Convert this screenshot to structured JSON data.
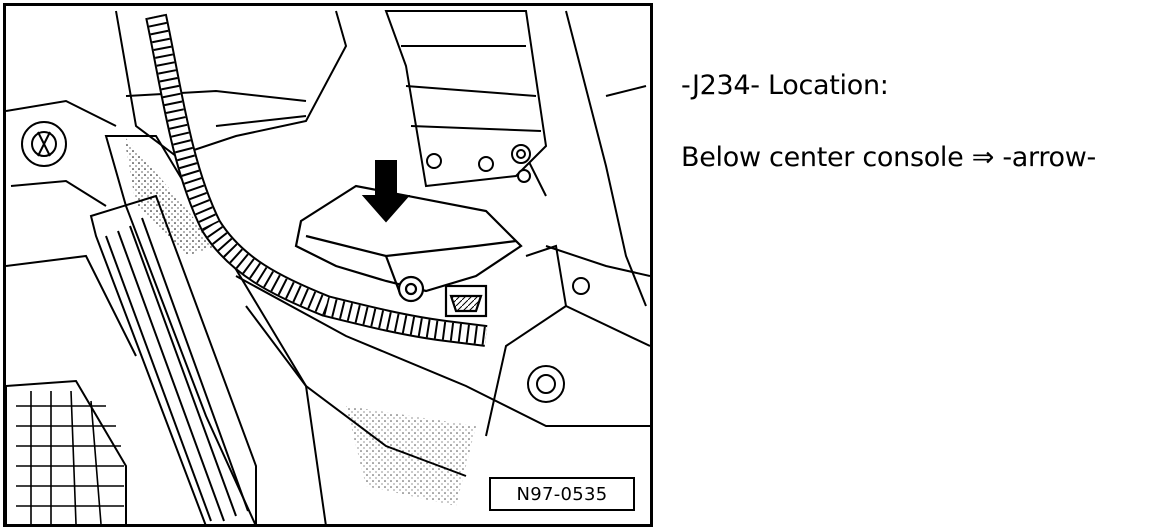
{
  "figure": {
    "id_label": "N97-0535",
    "arrow_icon": "down-arrow-icon"
  },
  "text": {
    "location_heading": "-J234- Location:",
    "location_detail": "Below center console ⇒ -arrow-"
  }
}
